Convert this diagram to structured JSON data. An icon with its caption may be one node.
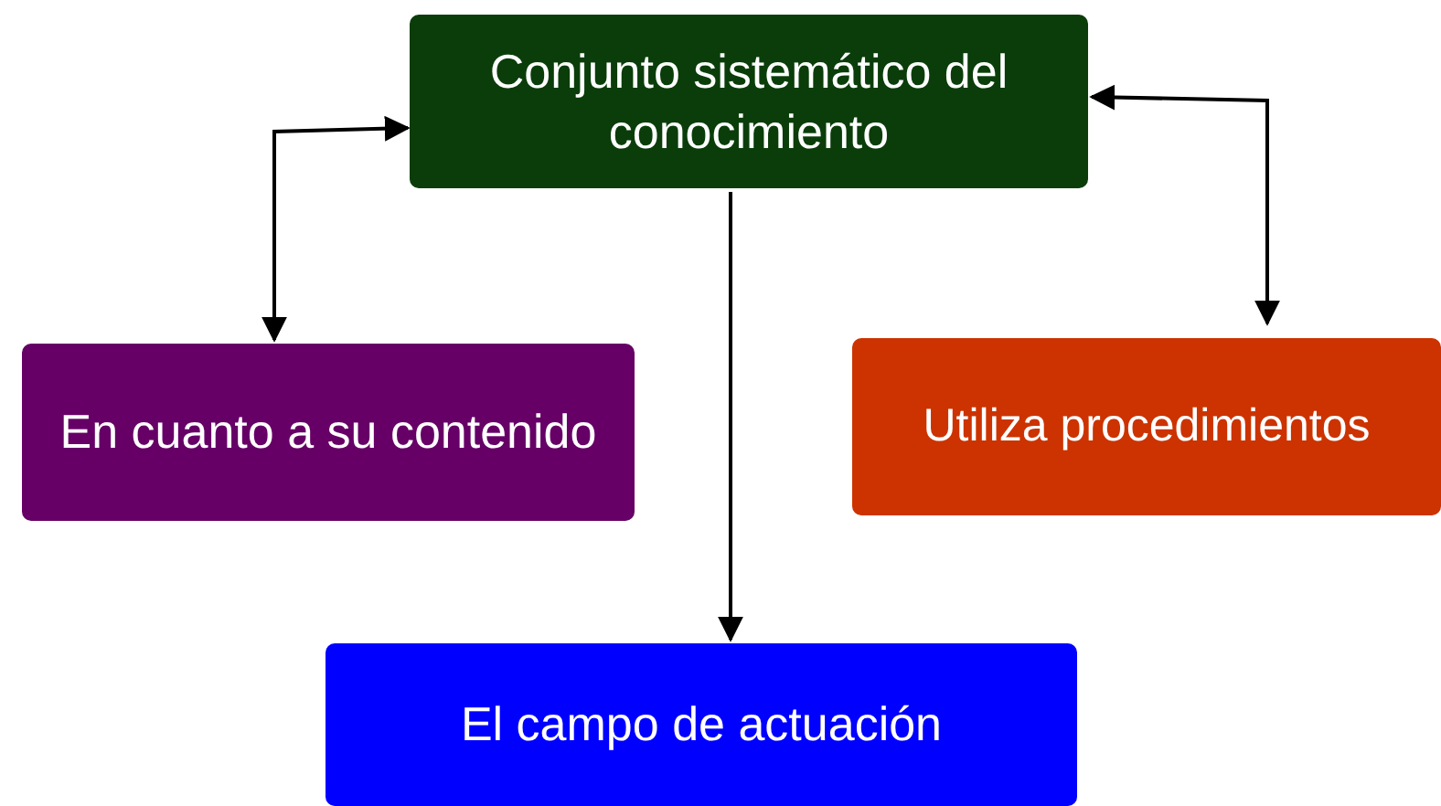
{
  "diagram": {
    "nodes": [
      {
        "text": [
          "Conjunto sistemático del conocimiento"
        ]
      },
      {
        "text": [
          "En cuanto a su contenido"
        ]
      },
      {
        "text": [
          "Utiliza procedimientos"
        ]
      },
      {
        "text": [
          "El campo de actuación"
        ]
      }
    ],
    "edges": [
      {
        "from": 0,
        "to": 1,
        "arrow": "both"
      },
      {
        "from": 0,
        "to": 2,
        "arrow": "both"
      },
      {
        "from": 0,
        "to": 3,
        "arrow": "to"
      }
    ]
  }
}
